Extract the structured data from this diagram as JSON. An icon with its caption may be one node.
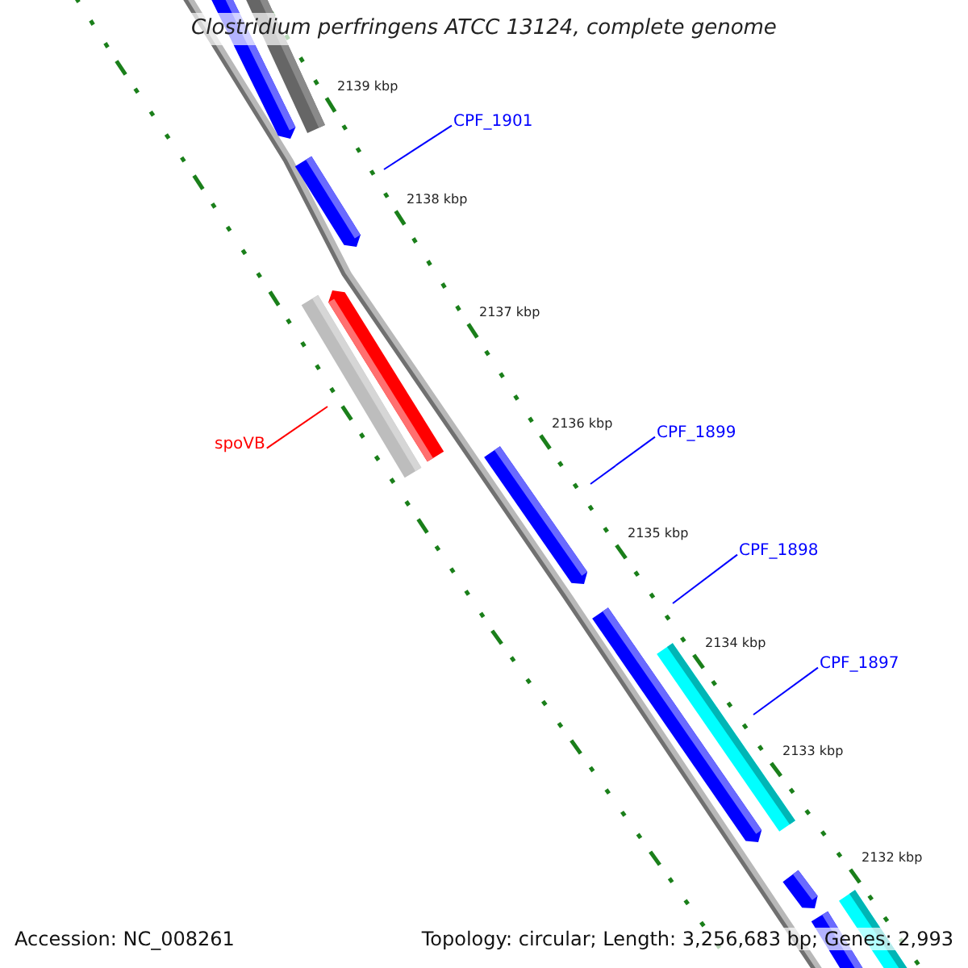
{
  "diagram": {
    "title": "Clostridium perfringens ATCC 13124, complete genome",
    "nodes": [
      {
        "text": [
          "CPF_1901"
        ]
      },
      {
        "text": [
          "spoVB"
        ]
      },
      {
        "text": [
          "CPF_1899"
        ]
      },
      {
        "text": [
          "CPF_1898"
        ]
      },
      {
        "text": [
          "CPF_1897"
        ]
      }
    ],
    "edges": [
      {
        "from": 0,
        "to": null,
        "arrow": "none"
      },
      {
        "from": 1,
        "to": null,
        "arrow": "none",
        "color": "#ff0000"
      },
      {
        "from": 2,
        "to": null,
        "arrow": "none"
      },
      {
        "from": 3,
        "to": null,
        "arrow": "none"
      },
      {
        "from": 4,
        "to": null,
        "arrow": "none"
      }
    ],
    "labels": [
      "2139 kbp",
      "2138 kbp",
      "2137 kbp",
      "2136 kbp",
      "2135 kbp",
      "2134 kbp",
      "2133 kbp",
      "2132 kbp",
      "Accession: NC_008261",
      "Topology: circular; Length: 3,256,683 bp; Genes: 2,993"
    ]
  }
}
